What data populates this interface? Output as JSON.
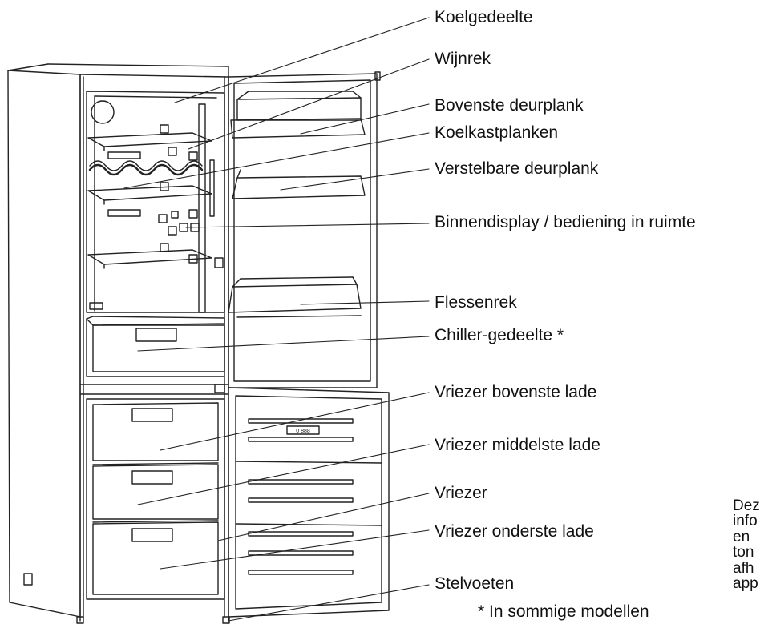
{
  "labels": [
    {
      "id": "koelgedeelte",
      "text": "Koelgedeelte"
    },
    {
      "id": "wijnrek",
      "text": "Wijnrek"
    },
    {
      "id": "bovenste-deurplank",
      "text": "Bovenste deurplank"
    },
    {
      "id": "koelkastplanken",
      "text": "Koelkastplanken"
    },
    {
      "id": "verstelbare-deurplank",
      "text": "Verstelbare deurplank"
    },
    {
      "id": "binnendisplay",
      "text": "Binnendisplay / bediening in ruimte"
    },
    {
      "id": "flessenrek",
      "text": "Flessenrek"
    },
    {
      "id": "chiller",
      "text": "Chiller-gedeelte *"
    },
    {
      "id": "vriezer-bovenste-lade",
      "text": "Vriezer bovenste lade"
    },
    {
      "id": "vriezer-middelste-lade",
      "text": "Vriezer middelste lade"
    },
    {
      "id": "vriezer",
      "text": "Vriezer"
    },
    {
      "id": "vriezer-onderste-lade",
      "text": "Vriezer onderste lade"
    },
    {
      "id": "stelvoeten",
      "text": "Stelvoeten"
    }
  ],
  "footnote": "* In sommige modellen",
  "side_text": [
    "Dez",
    "info",
    "en",
    "ton",
    "afh",
    "app"
  ],
  "display_readout": "0 888",
  "colors": {
    "line": "#222222",
    "text": "#111111",
    "background": "#ffffff"
  }
}
